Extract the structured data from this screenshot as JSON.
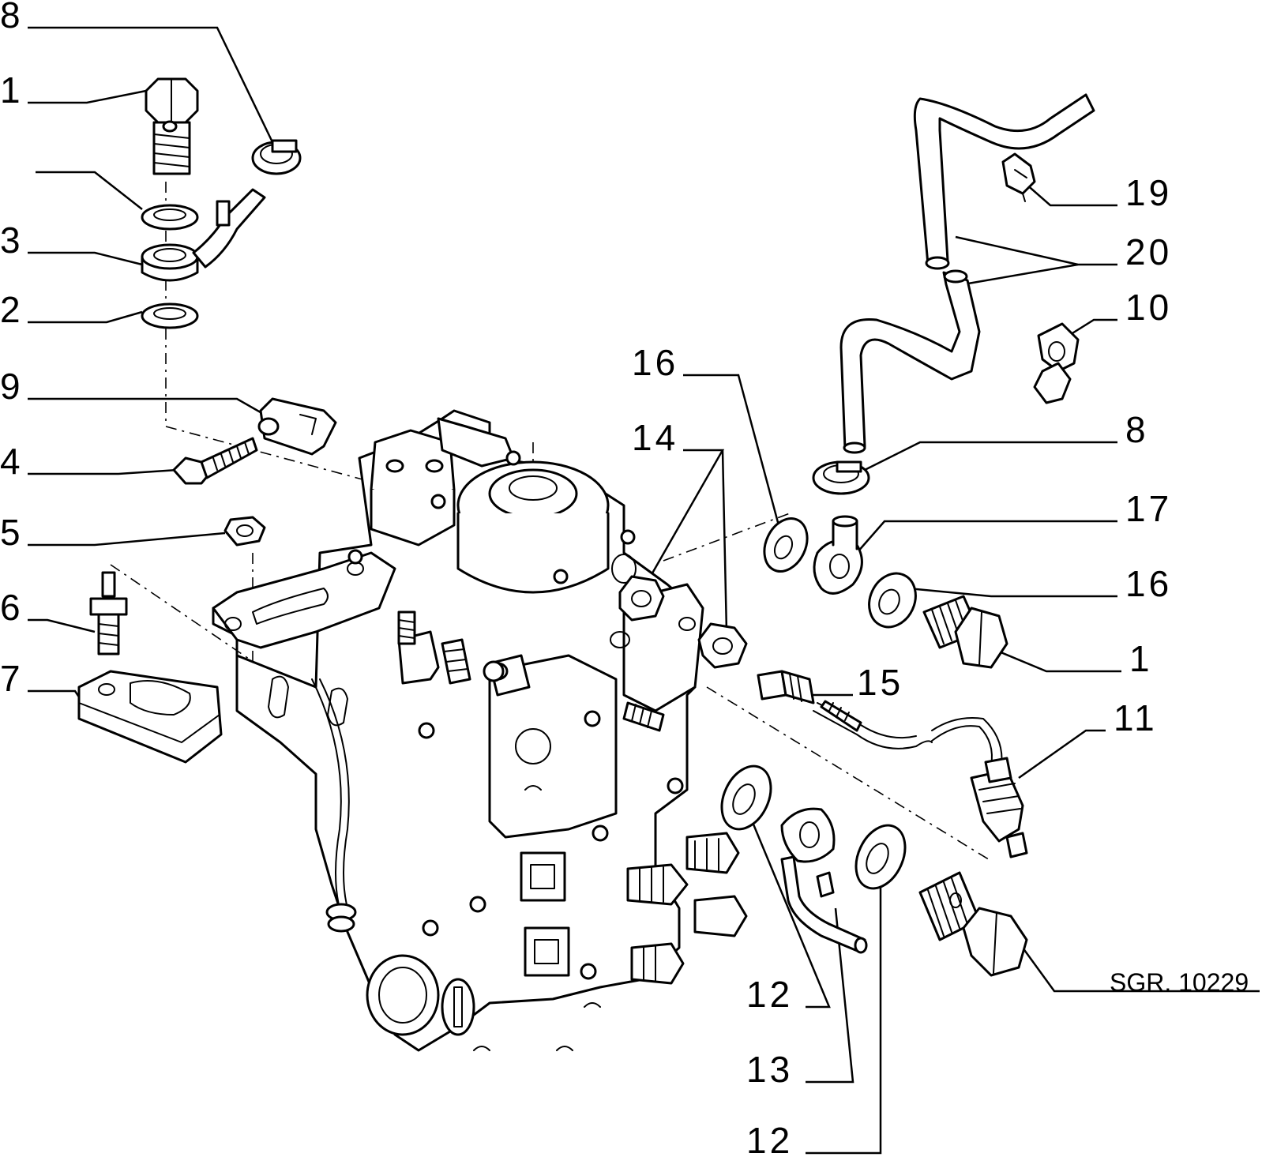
{
  "diagram": {
    "reference_code": "SGR. 10229",
    "callouts": [
      {
        "id": "c8a",
        "label": "8"
      },
      {
        "id": "c1a",
        "label": "1"
      },
      {
        "id": "c3",
        "label": "3"
      },
      {
        "id": "c2",
        "label": "2"
      },
      {
        "id": "c9",
        "label": "9"
      },
      {
        "id": "c4",
        "label": "4"
      },
      {
        "id": "c5",
        "label": "5"
      },
      {
        "id": "c6",
        "label": "6"
      },
      {
        "id": "c7",
        "label": "7"
      },
      {
        "id": "c16a",
        "label": "16"
      },
      {
        "id": "c14",
        "label": "14"
      },
      {
        "id": "c19",
        "label": "19"
      },
      {
        "id": "c20",
        "label": "20"
      },
      {
        "id": "c10",
        "label": "10"
      },
      {
        "id": "c8b",
        "label": "8"
      },
      {
        "id": "c17",
        "label": "17"
      },
      {
        "id": "c16b",
        "label": "16"
      },
      {
        "id": "c1b",
        "label": "1"
      },
      {
        "id": "c15",
        "label": "15"
      },
      {
        "id": "c11",
        "label": "11"
      },
      {
        "id": "c12a",
        "label": "12"
      },
      {
        "id": "c13",
        "label": "13"
      },
      {
        "id": "c12b",
        "label": "12"
      }
    ]
  }
}
